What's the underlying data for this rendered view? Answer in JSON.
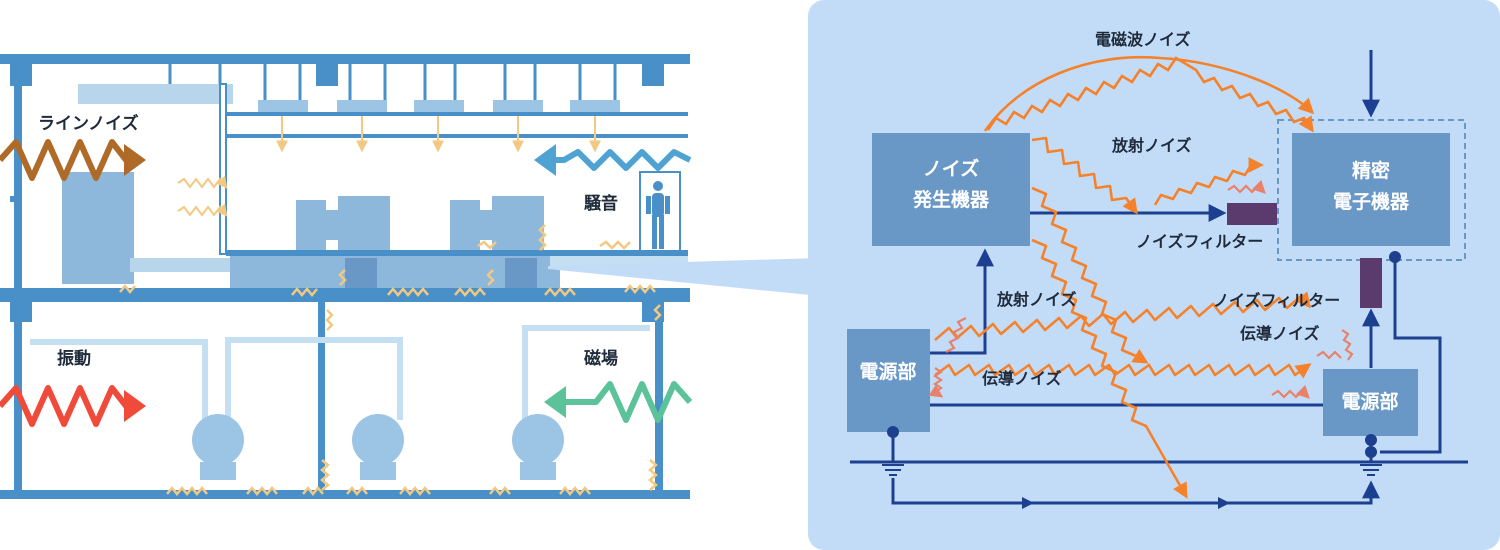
{
  "building": {
    "labels": {
      "line_noise": "ラインノイズ",
      "sound": "騒音",
      "vibration": "振動",
      "magnetic": "磁場"
    }
  },
  "diagram": {
    "labels": {
      "em_wave_noise": "電磁波ノイズ",
      "radiated_noise_top": "放射ノイズ",
      "radiated_noise_left": "放射ノイズ",
      "noise_filter_top": "ノイズフィルター",
      "noise_filter_right": "ノイズフィルター",
      "conducted_noise_right": "伝導ノイズ",
      "conducted_noise_left": "伝導ノイズ"
    },
    "boxes": {
      "noise_source_line1": "ノイズ",
      "noise_source_line2": "発生機器",
      "precision_line1": "精密",
      "precision_line2": "電子機器",
      "power_left": "電源部",
      "power_right": "電源部"
    }
  },
  "colors": {
    "structure": "#4a90c8",
    "panel": "#c2dcf8",
    "box": "#6a98c6",
    "filter": "#5b3b6e",
    "wire": "#1c3f8f",
    "orange_wave": "#f5822a",
    "red_wave": "#f04b3a",
    "brown_wave": "#b06a28",
    "blue_wave": "#4fa3d3",
    "green_wave": "#5cc29a",
    "yellow_wave": "#f3c982",
    "salmon_wave": "#e8806a"
  }
}
